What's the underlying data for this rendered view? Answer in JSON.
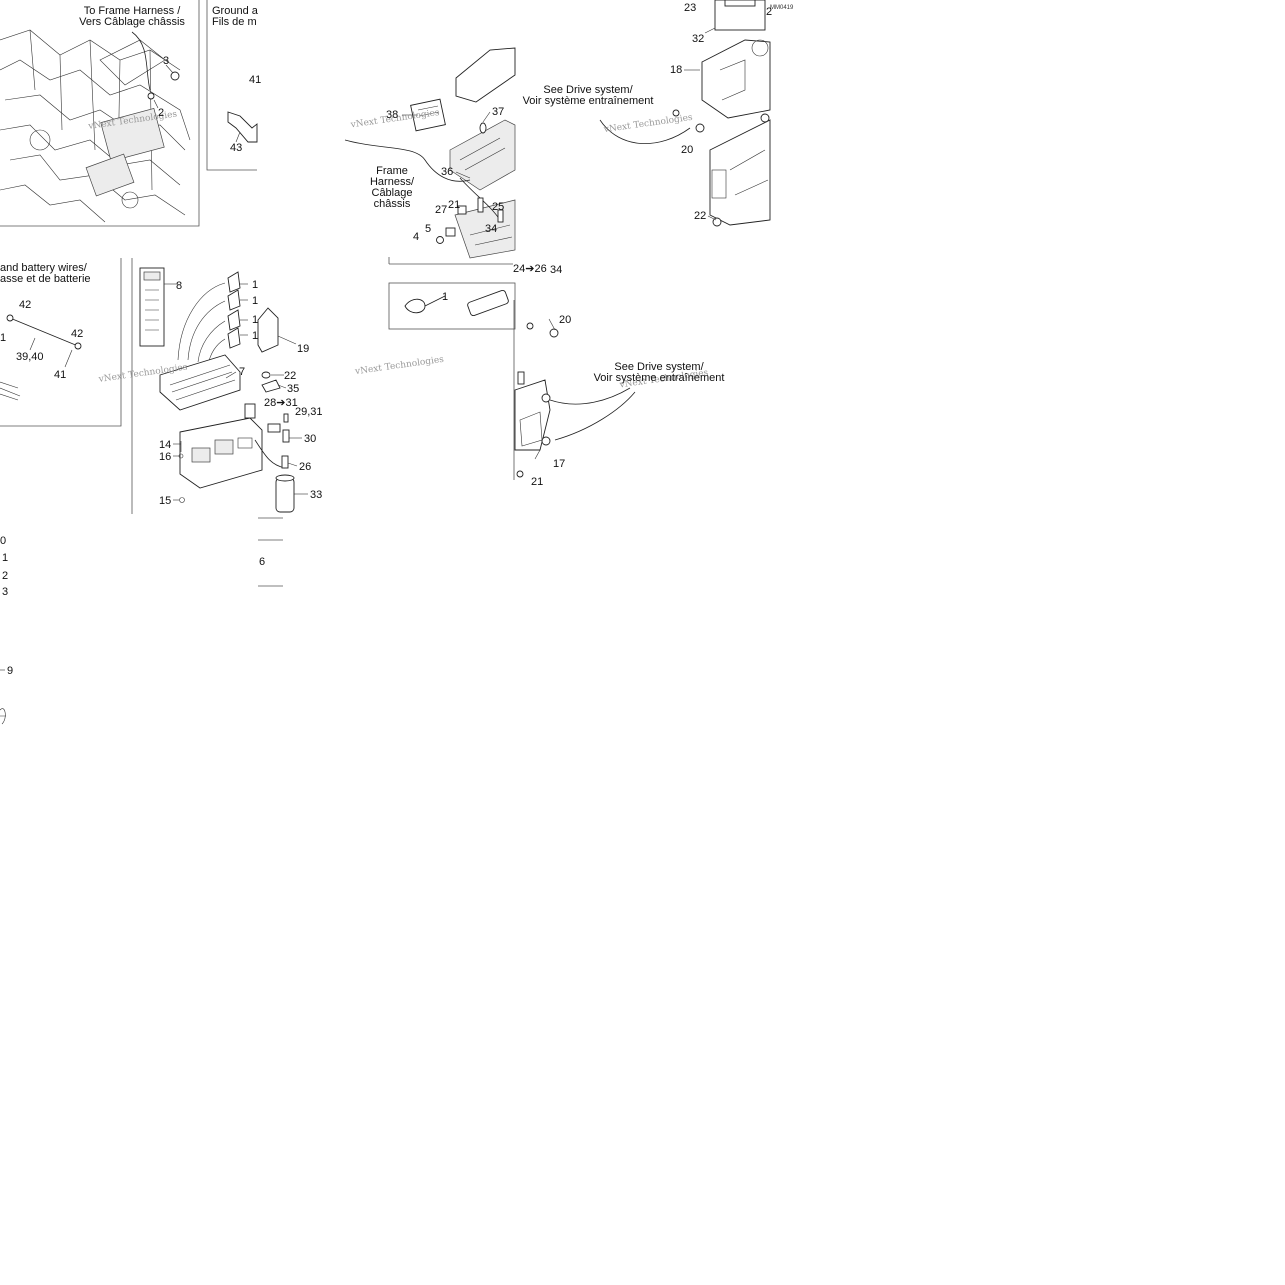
{
  "captions": {
    "frame_harness_top": [
      "To Frame Harness /",
      "Vers Câblage châssis"
    ],
    "ground_top": [
      "Ground a",
      "Fils de m"
    ],
    "drive_system_1": [
      "See Drive system/",
      "Voir système entraînement"
    ],
    "frame_harness_mid": [
      "Frame",
      "Harness/",
      "Câblage",
      "châssis"
    ],
    "ground_battery": [
      "and battery wires/",
      "asse et de batterie"
    ],
    "drive_system_2": [
      "See Drive system/",
      "Voir système entraînement"
    ]
  },
  "diagram_code": "MM0419",
  "watermark": "vNext Technologies",
  "callouts": [
    "3",
    "2",
    "41",
    "43",
    "38",
    "37",
    "36",
    "27",
    "21",
    "25",
    "34",
    "5",
    "4",
    "24➔26",
    "34",
    "1",
    "23",
    "2",
    "32",
    "18",
    "20",
    "22",
    "42",
    "1",
    "42",
    "39,40",
    "41",
    "8",
    "1",
    "1",
    "1",
    "1",
    "19",
    "7",
    "22",
    "35",
    "28➔31",
    "29,31",
    "30",
    "26",
    "33",
    "14",
    "16",
    "15",
    "20",
    "17",
    "21",
    "0",
    "1",
    "2",
    "3",
    "6",
    "9"
  ]
}
